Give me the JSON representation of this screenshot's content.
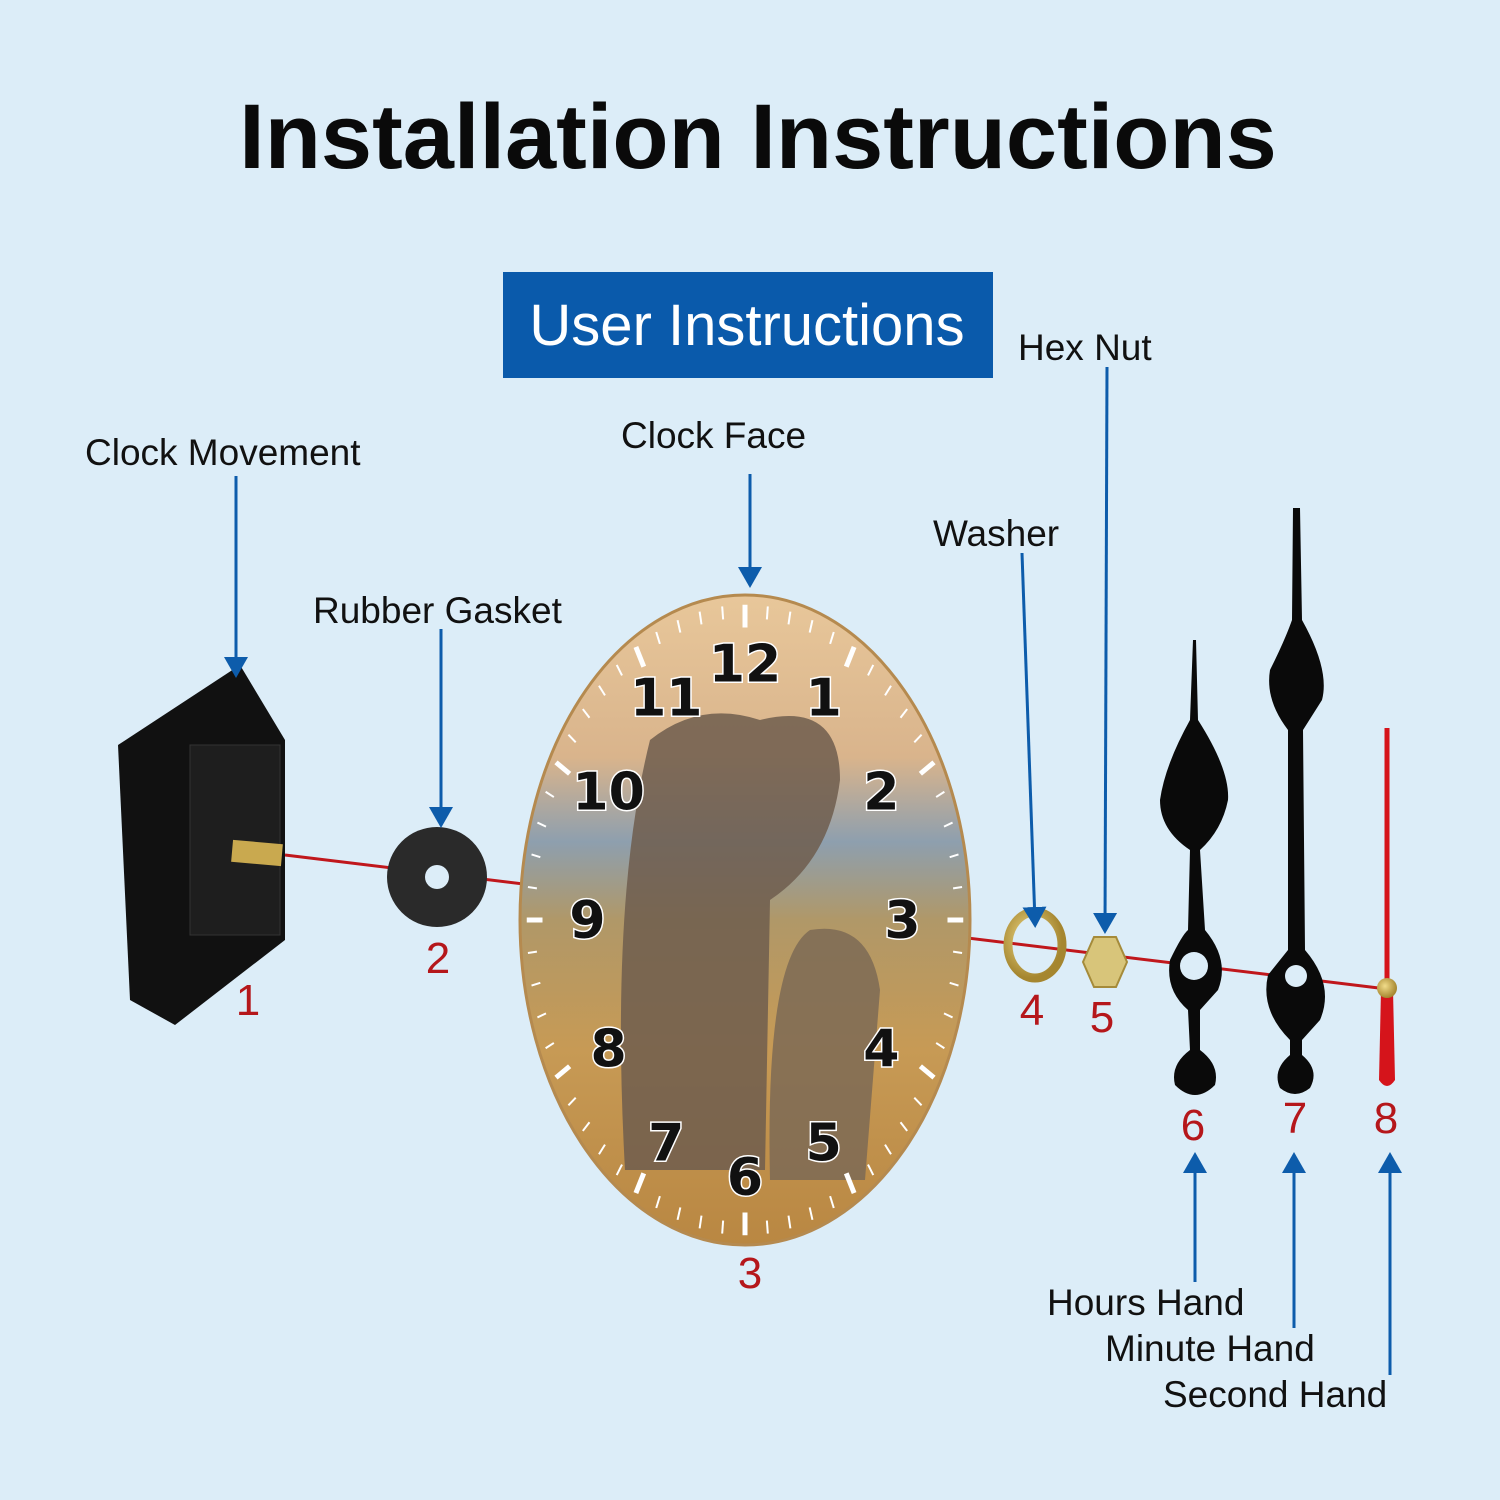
{
  "title": "Installation Instructions",
  "banner": "User Instructions",
  "colors": {
    "background": "#dcedf8",
    "banner": "#0a5aab",
    "arrow": "#0d5cab",
    "number": "#b5171b",
    "axis_line": "#c0171c"
  },
  "parts": [
    {
      "number": "1",
      "label": "Clock Movement"
    },
    {
      "number": "2",
      "label": "Rubber Gasket"
    },
    {
      "number": "3",
      "label": "Clock Face"
    },
    {
      "number": "4",
      "label": "Washer"
    },
    {
      "number": "5",
      "label": "Hex Nut"
    },
    {
      "number": "6",
      "label": "Hours Hand"
    },
    {
      "number": "7",
      "label": "Minute Hand"
    },
    {
      "number": "8",
      "label": "Second Hand"
    }
  ],
  "clock_face": {
    "numerals": [
      "12",
      "1",
      "2",
      "3",
      "4",
      "5",
      "6",
      "7",
      "8",
      "9",
      "10",
      "11"
    ]
  }
}
